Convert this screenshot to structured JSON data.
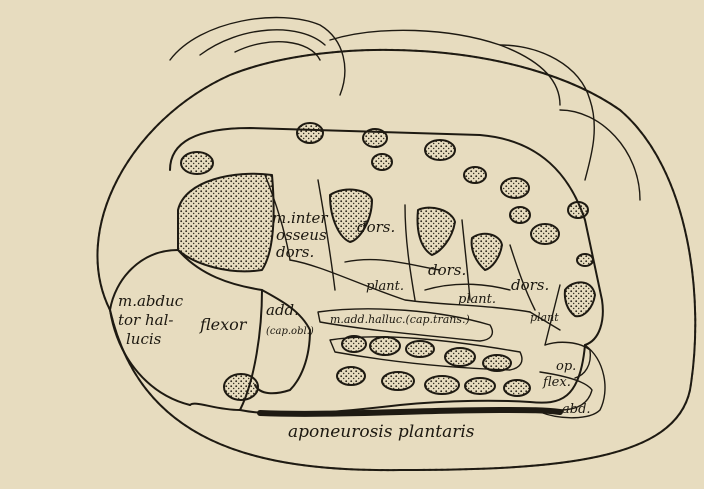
{
  "labels": {
    "m_interosseus_dors": [
      "m.inter",
      "osseus",
      "dors."
    ],
    "dors_1": "dors.",
    "dors_2": "dors.",
    "dors_3": "dors.",
    "plant_1": "plant.",
    "plant_2": "plant.",
    "plant_3": "plant",
    "m_abductor_hallucis": [
      "m.abduc",
      "tor hal-",
      "lucis"
    ],
    "flexor": "flexor",
    "add_cap_obl": [
      "add.",
      "(cap.obl.)"
    ],
    "m_add_hallucis_cap_trans": "m.add.halluc.(cap.trans.)",
    "op": "op.",
    "flex": "flex.",
    "abd": "abd.",
    "aponeurosis_plantaris": "aponeurosis plantaris"
  },
  "colors": {
    "paper": "#e7dcbf",
    "ink": "#1e1a12"
  }
}
